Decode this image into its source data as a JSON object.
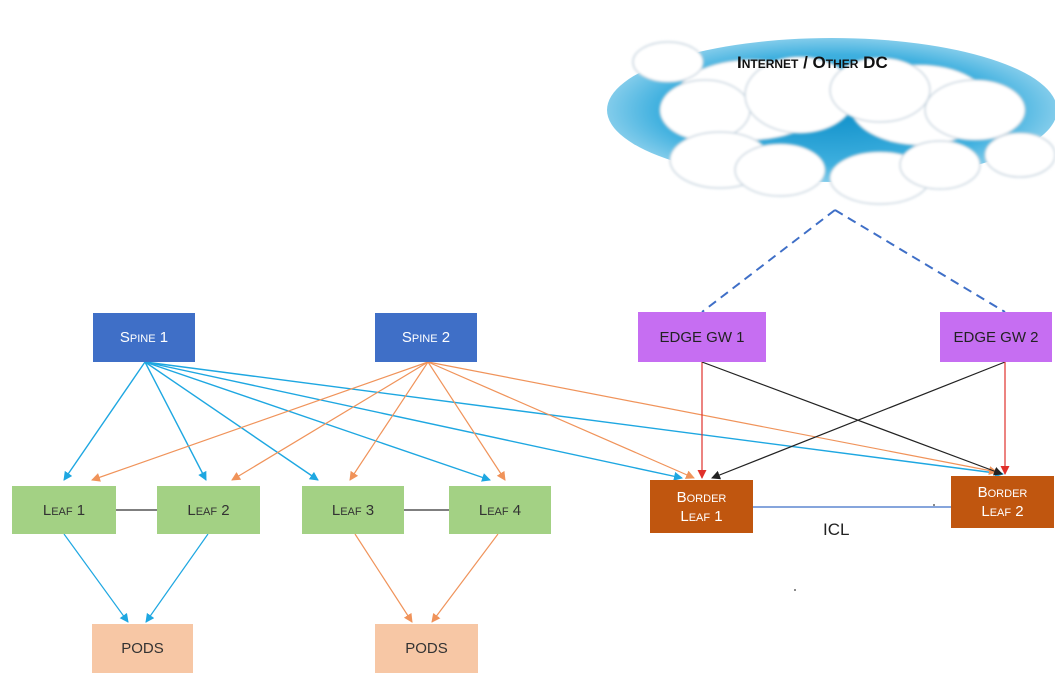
{
  "cloud": {
    "title": "Internet / Other DC"
  },
  "nodes": {
    "spine1": "Spine 1",
    "spine2": "Spine 2",
    "edge1": "EDGE GW 1",
    "edge2": "EDGE GW 2",
    "leaf1": "Leaf 1",
    "leaf2": "Leaf 2",
    "leaf3": "Leaf 3",
    "leaf4": "Leaf 4",
    "border1": {
      "line1": "Border",
      "line2": "Leaf 1"
    },
    "border2": {
      "line1": "Border",
      "line2": "Leaf 2"
    },
    "pods1": "PODS",
    "pods2": "PODS"
  },
  "link_label": "ICL",
  "colors": {
    "spine": "#3f6fc7",
    "edge_gw": "#c66ef2",
    "leaf": "#a3d184",
    "border_leaf": "#c0560f",
    "pods": "#f7c7a5",
    "spine1_links": "#1ea7e1",
    "spine2_links": "#f0935a",
    "edge1_links": "#e0302a",
    "edge2_links": "#222222",
    "cloud_link": "#3f6fc7",
    "icl": "#3f6fc7"
  },
  "connections": [
    {
      "from": "spine1",
      "to": [
        "leaf1",
        "leaf2",
        "leaf3",
        "leaf4",
        "border1",
        "border2"
      ]
    },
    {
      "from": "spine2",
      "to": [
        "leaf1",
        "leaf2",
        "leaf3",
        "leaf4",
        "border1",
        "border2"
      ]
    },
    {
      "from": "edge1",
      "to": [
        "border1",
        "border2"
      ]
    },
    {
      "from": "edge2",
      "to": [
        "border1",
        "border2"
      ]
    },
    {
      "from": "leaf1",
      "to": [
        "pods1"
      ]
    },
    {
      "from": "leaf2",
      "to": [
        "pods1"
      ]
    },
    {
      "from": "leaf3",
      "to": [
        "pods2"
      ]
    },
    {
      "from": "leaf4",
      "to": [
        "pods2"
      ]
    },
    {
      "from": "cloud",
      "to": [
        "edge1",
        "edge2"
      ]
    }
  ],
  "peer_links": [
    [
      "leaf1",
      "leaf2"
    ],
    [
      "leaf3",
      "leaf4"
    ],
    [
      "border1",
      "border2"
    ]
  ]
}
